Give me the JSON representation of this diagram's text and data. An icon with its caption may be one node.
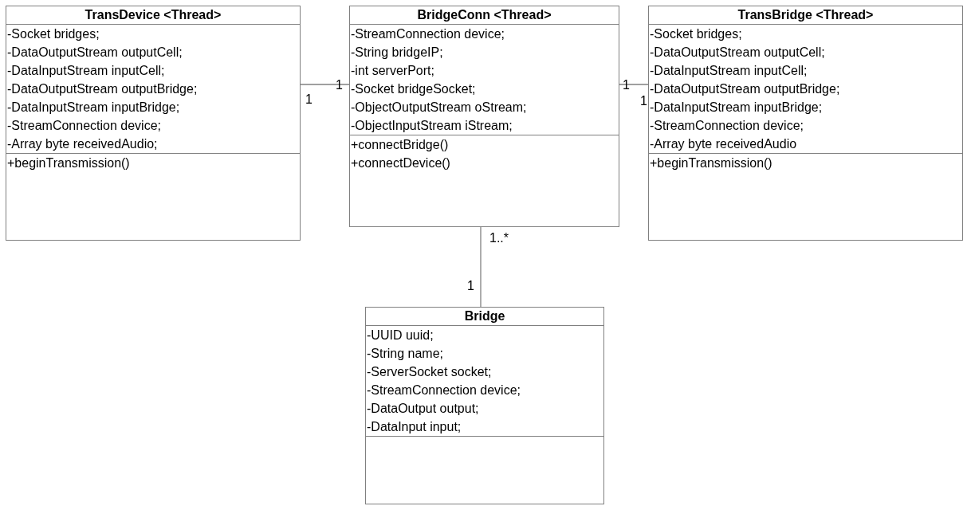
{
  "diagram": {
    "nodes": [
      {
        "text": [
          "TransDevice <Thread>",
          "-Socket bridges;",
          "-DataOutputStream outputCell;",
          "-DataInputStream inputCell;",
          "-DataOutputStream outputBridge;",
          "-DataInputStream inputBridge;",
          "-StreamConnection device;",
          "-Array byte receivedAudio;",
          "+beginTransmission()"
        ]
      },
      {
        "text": [
          "BridgeConn <Thread>",
          "-StreamConnection device;",
          "-String bridgeIP;",
          "-int serverPort;",
          "-Socket bridgeSocket;",
          "-ObjectOutputStream oStream;",
          "-ObjectInputStream iStream;",
          "+connectBridge()",
          "+connectDevice()"
        ]
      },
      {
        "text": [
          "TransBridge <Thread>",
          "-Socket bridges;",
          "-DataOutputStream outputCell;",
          "-DataInputStream inputCell;",
          "-DataOutputStream outputBridge;",
          "-DataInputStream inputBridge;",
          "-StreamConnection device;",
          "-Array byte receivedAudio",
          "+beginTransmission()"
        ]
      },
      {
        "text": [
          "Bridge",
          "-UUID uuid;",
          "-String name;",
          "-ServerSocket socket;",
          "-StreamConnection device;",
          "-DataOutput output;",
          "-DataInput input;"
        ]
      }
    ],
    "edges": [
      {
        "from": 0,
        "to": 1,
        "arrow": "none"
      },
      {
        "from": 1,
        "to": 2,
        "arrow": "none"
      },
      {
        "from": 1,
        "to": 3,
        "arrow": "none"
      }
    ],
    "labels": [
      "1",
      "1",
      "1",
      "1",
      "1..*",
      "1"
    ]
  }
}
